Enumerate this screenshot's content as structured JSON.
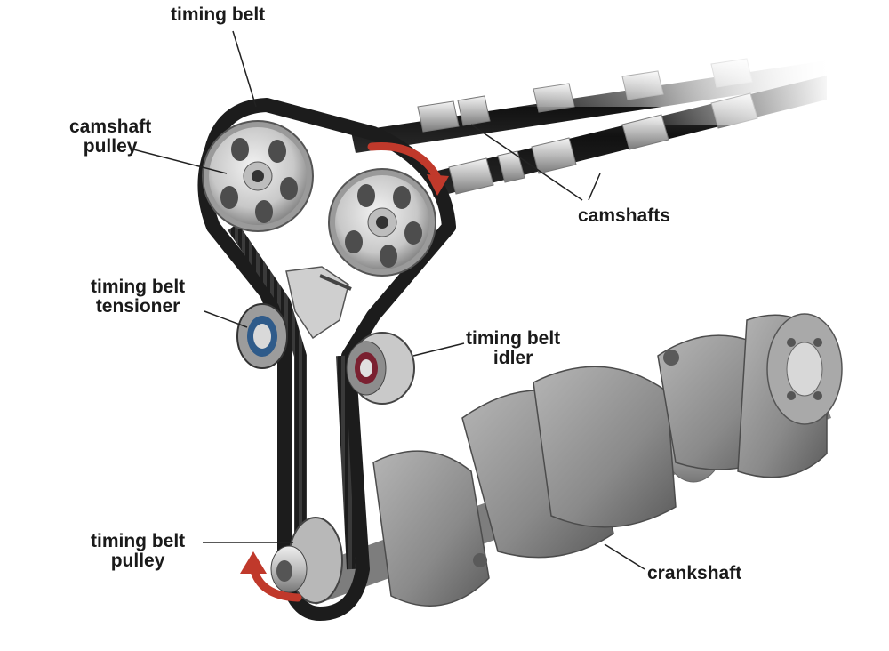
{
  "labels": {
    "timing_belt": {
      "text": "timing belt"
    },
    "camshaft_pulley": {
      "line1": "camshaft",
      "line2": "pulley"
    },
    "camshafts": {
      "text": "camshafts"
    },
    "timing_belt_tensioner": {
      "line1": "timing belt",
      "line2": "tensioner"
    },
    "timing_belt_idler": {
      "line1": "timing belt",
      "line2": "idler"
    },
    "timing_belt_pulley": {
      "line1": "timing belt",
      "line2": "pulley"
    },
    "crankshaft": {
      "text": "crankshaft"
    }
  },
  "colors": {
    "belt": "#1c1c1c",
    "metal_light": "#d9d9d9",
    "metal_mid": "#a8a8a8",
    "metal_dark": "#6e6e6e",
    "crank_body": "#8f8f8f",
    "arrow_red": "#c0392b",
    "leader_line": "#222222"
  }
}
